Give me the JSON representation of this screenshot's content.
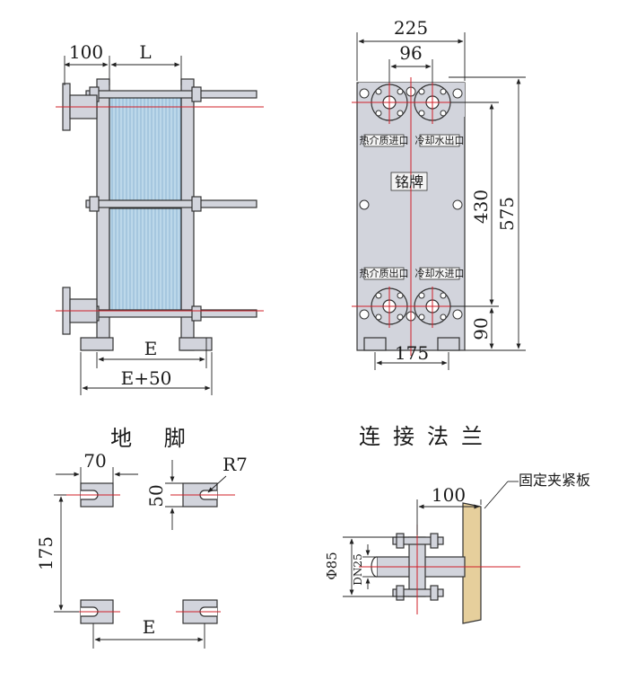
{
  "side_view": {
    "dim_left": "100",
    "dim_top": "L",
    "dim_base": "E",
    "dim_base_total": "E+50"
  },
  "front_view": {
    "dim_width": "225",
    "dim_port_spacing": "96",
    "dim_port_height": "430",
    "dim_total_height": "575",
    "dim_foot_height": "90",
    "dim_foot_spacing": "175",
    "label_hot_in": "热介质进口",
    "label_cold_out": "冷却水出口",
    "label_hot_out": "热介质出口",
    "label_cold_in": "冷却水进口",
    "nameplate": "铭牌"
  },
  "feet": {
    "title": "地 脚",
    "dim_width": "70",
    "dim_radius": "R7",
    "dim_height": "50",
    "dim_vertical": "175",
    "dim_spacing": "E"
  },
  "flange": {
    "title": "连接法兰",
    "dim_length": "100",
    "label_plate": "固定夹紧板",
    "dim_flange_dia": "Φ85",
    "dim_pipe": "DN25"
  },
  "colors": {
    "frame": "#d2d4dc",
    "plates": "#bcd8ea",
    "plate_lines": "#8fb6d4",
    "center_line": "#d0202a",
    "flange_plate": "#e6cf9c",
    "line": "#333333"
  }
}
